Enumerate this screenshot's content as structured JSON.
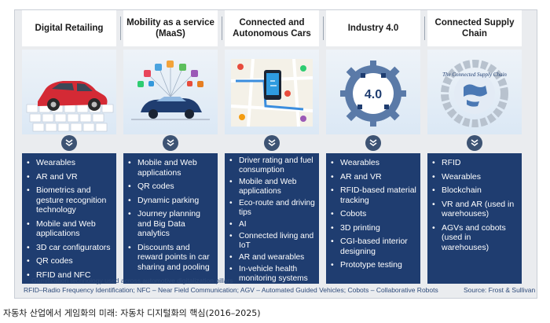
{
  "columns": [
    {
      "title": "Digital Retailing",
      "icon": "car-on-keyboard-icon",
      "items": [
        "Wearables",
        "AR and VR",
        "Biometrics and gesture recognition technology",
        "Mobile and Web applications",
        "3D car configurators",
        "QR codes",
        "RFID and NFC"
      ]
    },
    {
      "title": "Mobility as a service (MaaS)",
      "icon": "car-with-app-icons-icon",
      "items": [
        "Mobile and Web applications",
        "QR codes",
        "Dynamic parking",
        "Journey planning and Big Data analytics",
        "Discounts and reward points in car sharing and pooling"
      ]
    },
    {
      "title": "Connected and Autonomous Cars",
      "icon": "map-with-phone-icon",
      "items": [
        "Driver rating and fuel consumption",
        "Mobile and Web applications",
        "Eco-route and driving tips",
        "AI",
        "Connected living and IoT",
        "AR and wearables",
        "In-vehicle health monitoring systems"
      ]
    },
    {
      "title": "Industry 4.0",
      "icon": "gear-industry-icon",
      "badge": "4.0",
      "items": [
        "Wearables",
        "AR and VR",
        "RFID-based material tracking",
        "Cobots",
        "3D printing",
        "CGI-based interior designing",
        "Prototype testing"
      ]
    },
    {
      "title": "Connected Supply Chain",
      "icon": "chain-globe-icon",
      "ring_text": "The Connected Supply Chain",
      "items": [
        "RFID",
        "Wearables",
        "Blockchain",
        "VR and AR (used in warehouses)",
        "AGVs and cobots (used in warehouses)"
      ]
    }
  ],
  "legend_text": "Gamification technology used across automotive digitalization pillars",
  "abbreviations": "RFID–Radio Frequency Identification; NFC – Near Field Communication; AGV – Automated Guided Vehicles; Cobots – Collaborative Robots",
  "source": "Source: Frost & Sullivan",
  "caption": "자동차 산업에서 게임화의 미래: 자동차 디지털화의 핵심(2016–2025)",
  "colors": {
    "panel": "#1f3d70",
    "chevron": "#3d5373",
    "frame": "#eaecef"
  }
}
